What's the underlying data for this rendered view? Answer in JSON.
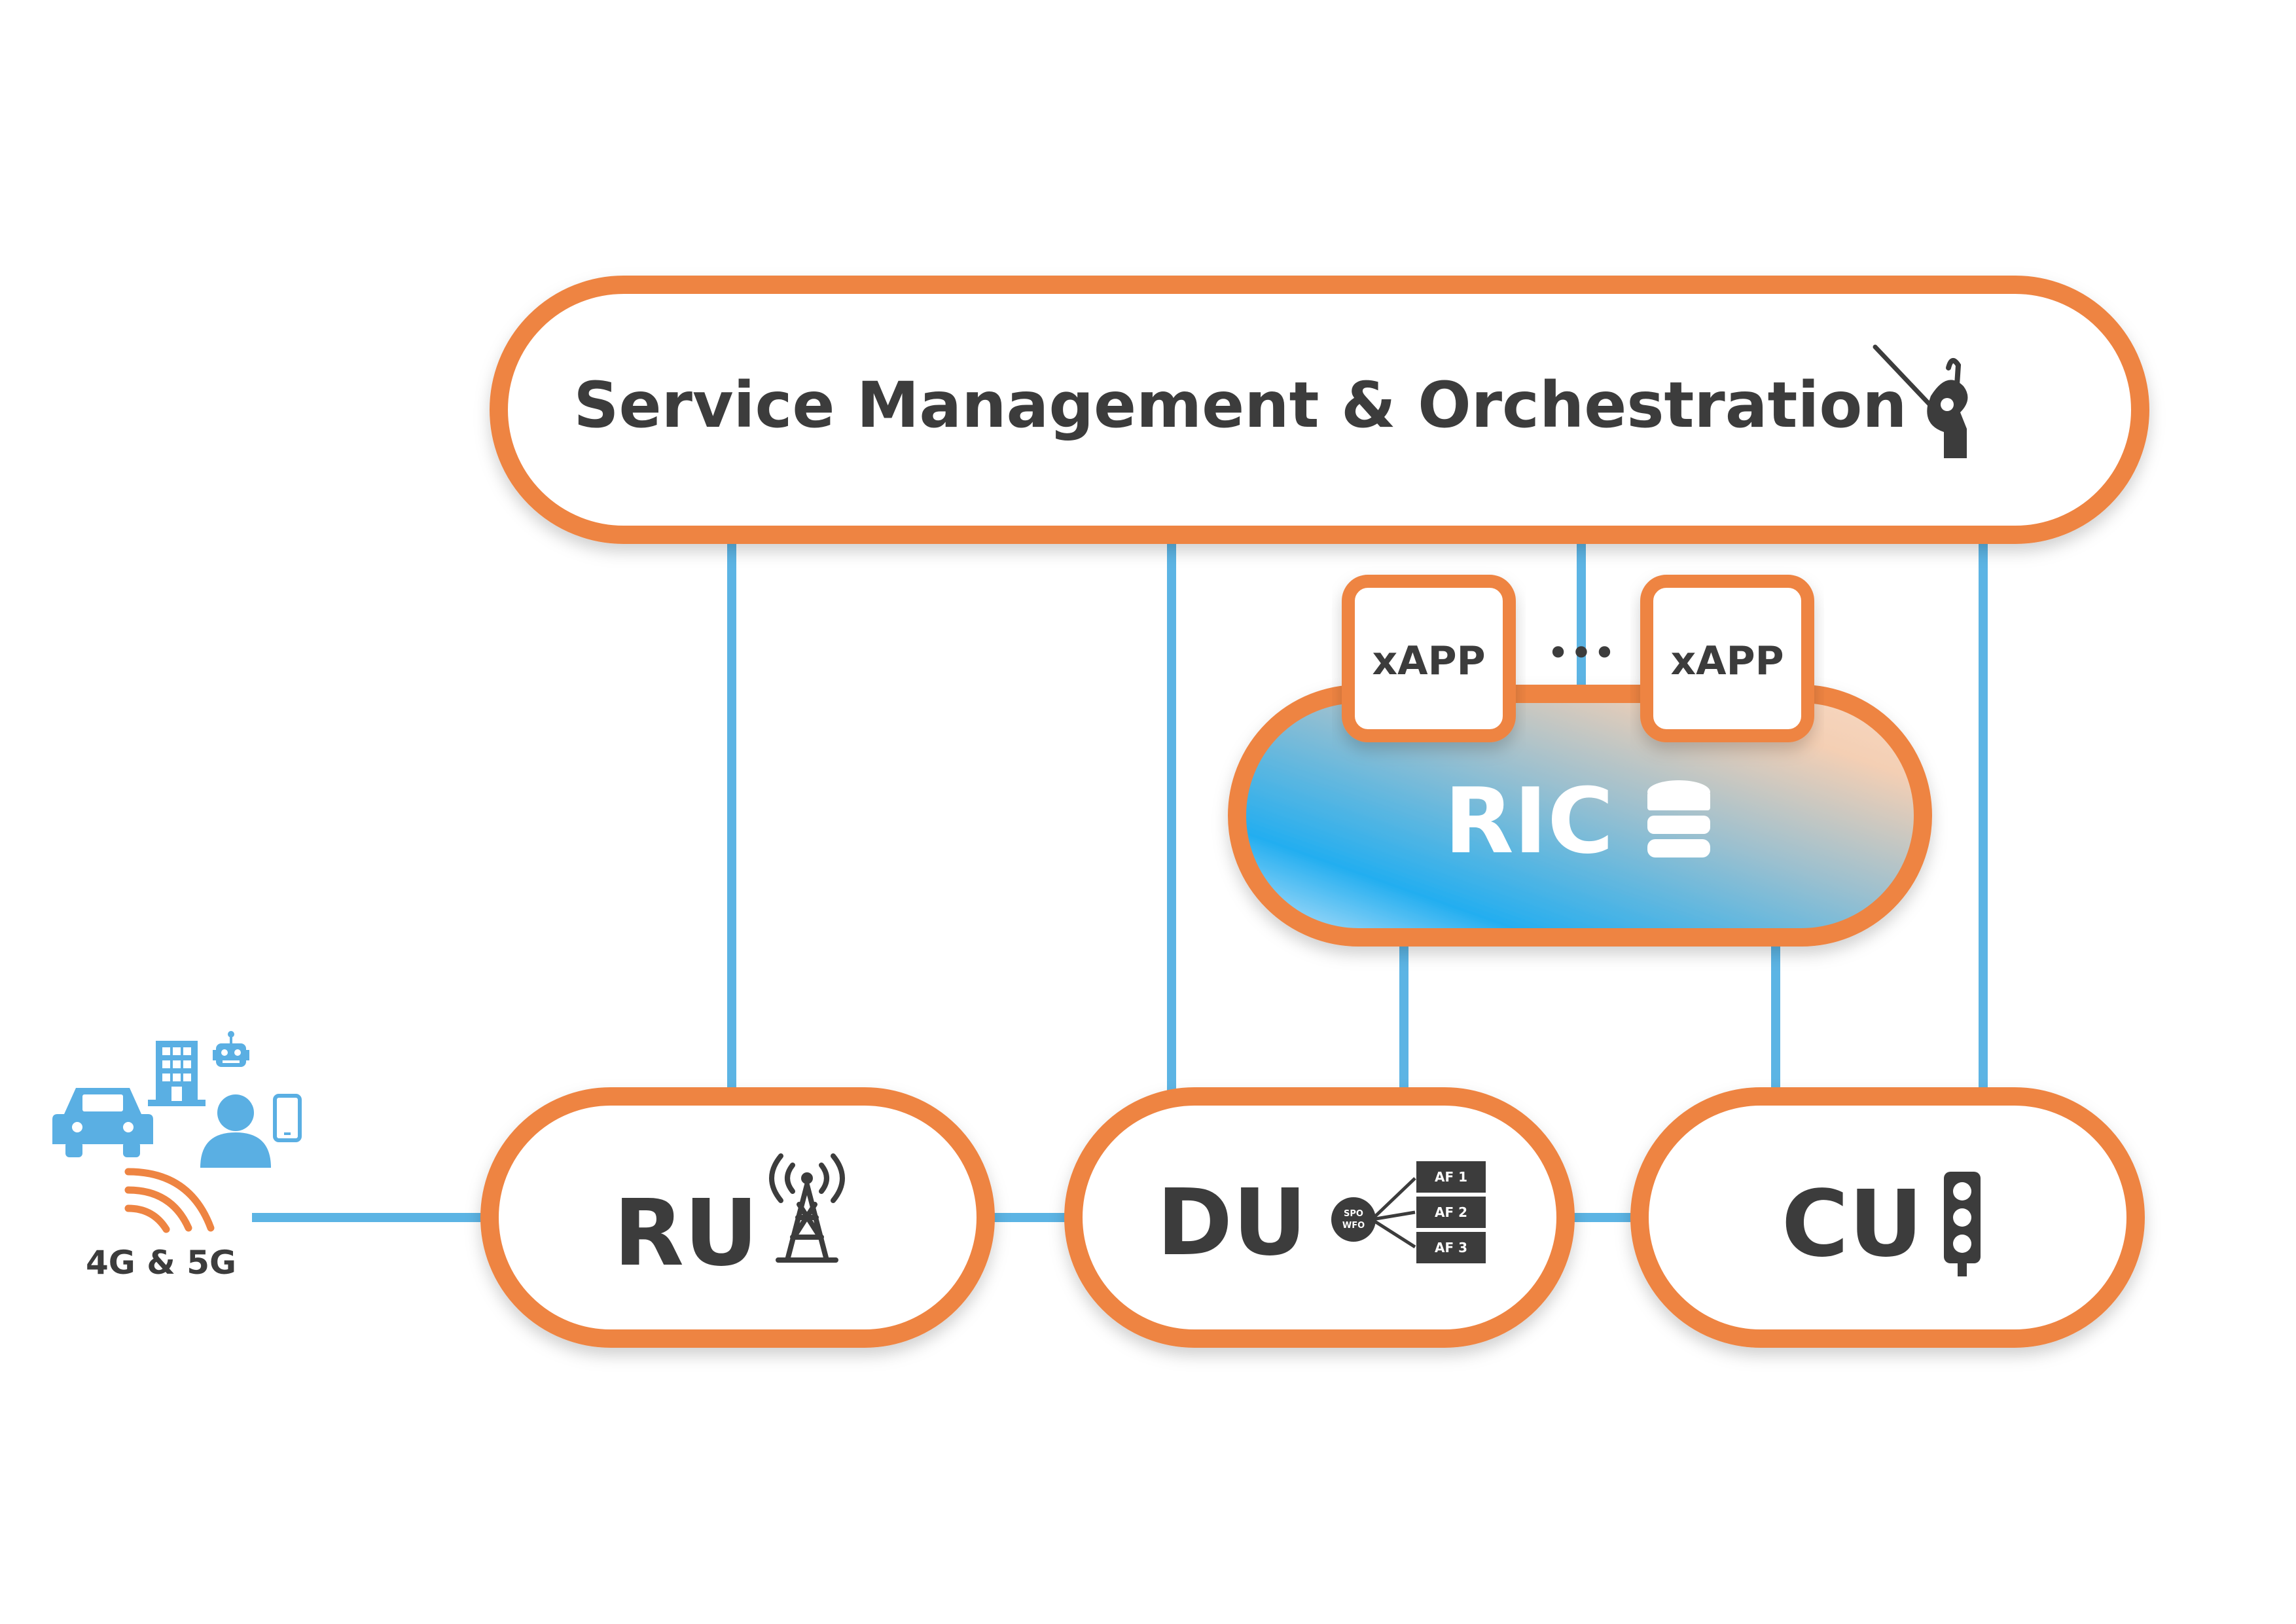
{
  "smo": {
    "title": "Service Management & Orchestration",
    "icon": "conductor-baton-hand-icon"
  },
  "ric": {
    "title": "RIC",
    "icon": "database-icon"
  },
  "xapps": [
    {
      "label": "xAPP"
    },
    {
      "label": "xAPP"
    }
  ],
  "xapp_ellipsis": "•••",
  "units": [
    {
      "id": "ru",
      "label": "RU",
      "icon": "cell-tower-icon"
    },
    {
      "id": "du",
      "label": "DU",
      "icon": "acceleration-functions-icon",
      "icon_texts": {
        "hub": [
          "SPO",
          "WFO"
        ],
        "stack": [
          "AF 1",
          "AF 2",
          "AF 3"
        ]
      }
    },
    {
      "id": "cu",
      "label": "CU",
      "icon": "traffic-light-icon"
    }
  ],
  "ue": {
    "label": "4G & 5G",
    "icons": [
      "car-icon",
      "building-icon",
      "robot-icon",
      "user-icon",
      "smartphone-icon",
      "wireless-signal-icon"
    ]
  },
  "colors": {
    "orange": "#ee8442",
    "blue_link": "#5cb4e4",
    "icon_blue": "#5aafe3",
    "text_dark": "#3c3c3c",
    "ric_gradient": [
      "#cfe9fb",
      "#23aef0",
      "#9cc0cf",
      "#f4cfb4"
    ]
  }
}
